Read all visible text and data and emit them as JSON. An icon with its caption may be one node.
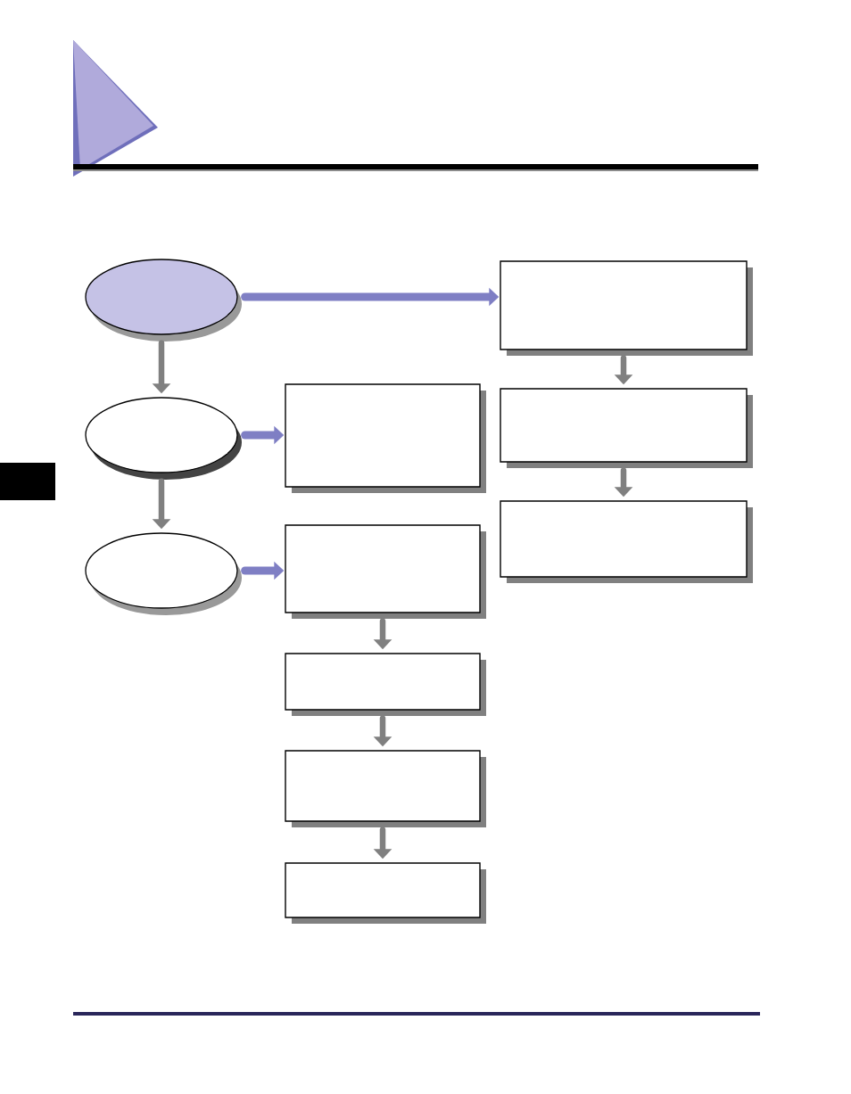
{
  "diagram": {
    "nodes": [
      {
        "text": [],
        "shape": "ellipse"
      },
      {
        "text": [],
        "shape": "ellipse"
      },
      {
        "text": [],
        "shape": "ellipse"
      },
      {
        "text": [],
        "shape": "box"
      },
      {
        "text": [],
        "shape": "box"
      },
      {
        "text": [],
        "shape": "box"
      },
      {
        "text": [],
        "shape": "box"
      },
      {
        "text": [],
        "shape": "box"
      },
      {
        "text": [],
        "shape": "box"
      },
      {
        "text": [],
        "shape": "box"
      },
      {
        "text": [],
        "shape": "box"
      }
    ],
    "edges": [
      {
        "from": 0,
        "to": 8,
        "arrow": "to",
        "color": "#7f7fc4"
      },
      {
        "from": 0,
        "to": 1,
        "arrow": "to"
      },
      {
        "from": 1,
        "to": 3,
        "arrow": "to",
        "color": "#7f7fc4"
      },
      {
        "from": 1,
        "to": 2,
        "arrow": "to"
      },
      {
        "from": 2,
        "to": 4,
        "arrow": "to",
        "color": "#7f7fc4"
      },
      {
        "from": 8,
        "to": 9,
        "arrow": "to"
      },
      {
        "from": 9,
        "to": 10,
        "arrow": "to"
      },
      {
        "from": 4,
        "to": 5,
        "arrow": "to"
      },
      {
        "from": 5,
        "to": 6,
        "arrow": "to"
      },
      {
        "from": 6,
        "to": 7,
        "arrow": "to"
      }
    ]
  }
}
